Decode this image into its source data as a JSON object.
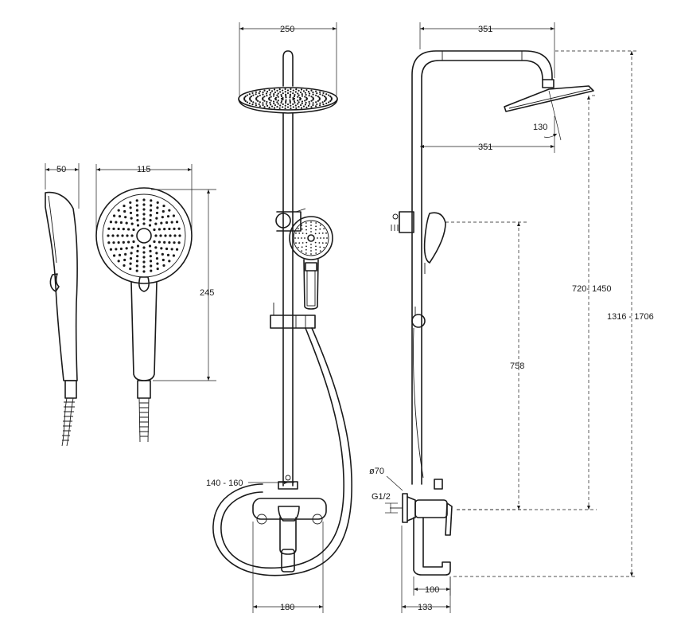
{
  "dimensions": {
    "handset_side_width": "50",
    "handset_face_width": "115",
    "handset_length": "245",
    "rain_head_diameter": "250",
    "bar_to_head_top": "351",
    "bar_to_head_bottom": "351",
    "head_tilt": "130",
    "inlet_distance": "140 - 160",
    "inlet_spacing": "180",
    "holder_height": "758",
    "column_adjust": "720- 1450",
    "total_height": "1316 - 1706",
    "escutcheon": "ø70",
    "thread": "G1/2",
    "spout_reach": "100",
    "mixer_depth": "133"
  }
}
